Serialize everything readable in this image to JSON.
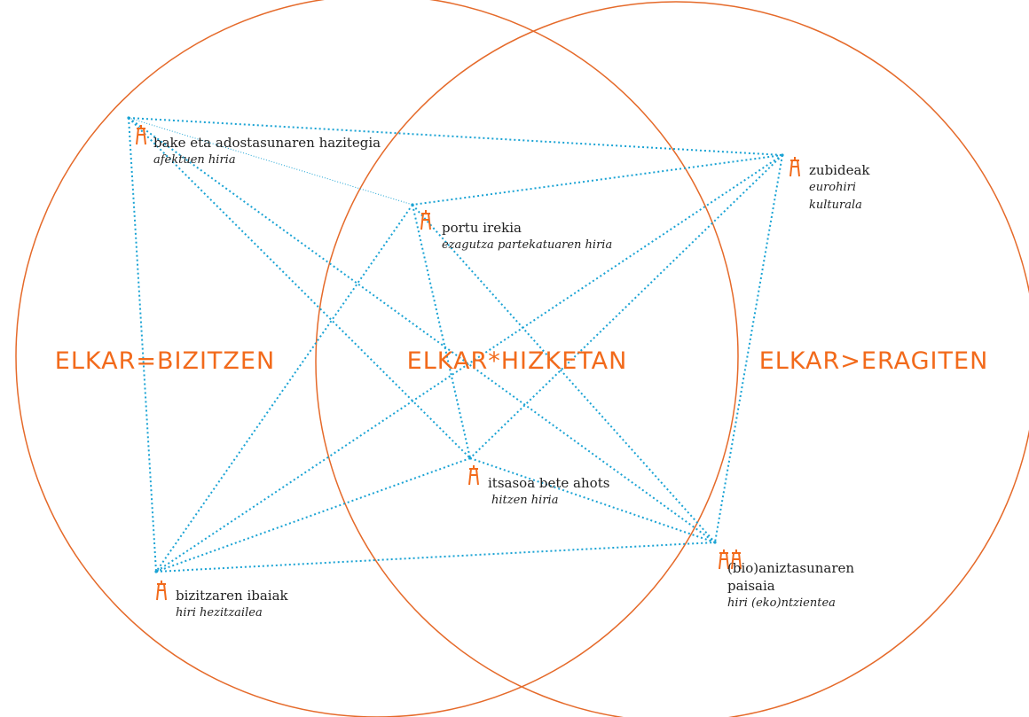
{
  "colors": {
    "circle": "#e56a2a",
    "lines": "#1aa3d4",
    "title": "#f26a1b",
    "icon": "#f26a1b",
    "text": "#222222"
  },
  "zones": {
    "left": "ELKAR=BIZITZEN",
    "center": "ELKAR*HIZKETAN",
    "right": "ELKAR>ERAGITEN"
  },
  "places": [
    {
      "id": "bake",
      "icon": "tower-icon",
      "icon_count": 1,
      "lines": [
        "bake eta adostasunaren hazitegia"
      ],
      "subtitle_lines": [
        "afektuen hiria"
      ]
    },
    {
      "id": "zubideak",
      "icon": "tower-icon",
      "icon_count": 1,
      "lines": [
        "zubideak"
      ],
      "subtitle_lines": [
        "eurohiri",
        "kulturala"
      ]
    },
    {
      "id": "portu",
      "icon": "tower-icon",
      "icon_count": 1,
      "lines": [
        "portu irekia"
      ],
      "subtitle_lines": [
        "ezagutza partekatuaren hiria"
      ]
    },
    {
      "id": "itsasoa",
      "icon": "tower-icon",
      "icon_count": 1,
      "lines": [
        "itsasoa bete ahots"
      ],
      "subtitle_lines": [
        "hitzen hiria"
      ]
    },
    {
      "id": "bizitzaren",
      "icon": "tower-icon",
      "icon_count": 1,
      "lines": [
        "bizitzaren ibaiak"
      ],
      "subtitle_lines": [
        "hiri hezitzailea"
      ]
    },
    {
      "id": "bioaniztasun",
      "icon": "tower-icon",
      "icon_count": 2,
      "lines": [
        "(bio)aniztasunaren",
        "paisaia"
      ],
      "subtitle_lines": [
        "hiri (eko)ntzientea"
      ]
    }
  ],
  "connections": [
    [
      "bake",
      "zubideak"
    ],
    [
      "bake",
      "portu"
    ],
    [
      "bake",
      "itsasoa"
    ],
    [
      "bake",
      "bizitzaren"
    ],
    [
      "bake",
      "bioaniztasun"
    ],
    [
      "zubideak",
      "portu"
    ],
    [
      "zubideak",
      "itsasoa"
    ],
    [
      "zubideak",
      "bizitzaren"
    ],
    [
      "zubideak",
      "bioaniztasun"
    ],
    [
      "portu",
      "itsasoa"
    ],
    [
      "portu",
      "bizitzaren"
    ],
    [
      "portu",
      "bioaniztasun"
    ],
    [
      "itsasoa",
      "bizitzaren"
    ],
    [
      "itsasoa",
      "bioaniztasun"
    ],
    [
      "bizitzaren",
      "bioaniztasun"
    ]
  ]
}
